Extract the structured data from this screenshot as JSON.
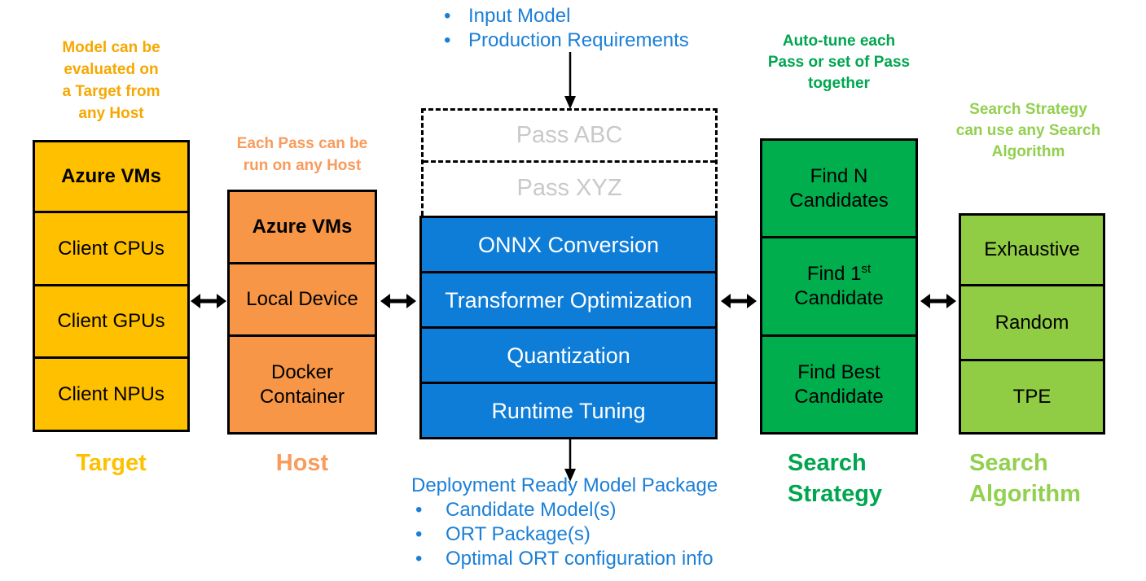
{
  "glyphs": {
    "bullet": "•"
  },
  "colors": {
    "gold_fill": "#FFC000",
    "gold_text": "#F6A800",
    "gold_label": "#FFC000",
    "orange_fill": "#F79646",
    "orange_text": "#F99B5C",
    "blue_fill": "#0E7DD8",
    "blue_text": "#1B7FD6",
    "green_fill": "#00AE4D",
    "green_text": "#00A64F",
    "lightgreen_fill": "#90CC44",
    "lightgreen_text": "#92D050",
    "pass_text": "#C9C9C9"
  },
  "top_input": {
    "items": [
      "Input Model",
      "Production Requirements"
    ]
  },
  "columns": {
    "target": {
      "caption_lines": [
        "Model can be",
        "evaluated on",
        "a Target from",
        "any Host"
      ],
      "boxes": [
        {
          "label": "Azure VMs"
        },
        {
          "label": "Client CPUs"
        },
        {
          "label": "Client GPUs"
        },
        {
          "label": "Client NPUs"
        }
      ],
      "label": "Target"
    },
    "host": {
      "caption_lines": [
        "Each Pass can be",
        "run on any Host"
      ],
      "boxes": [
        {
          "label": "Azure VMs"
        },
        {
          "label": "Local Device"
        },
        {
          "line1": "Docker",
          "line2": "Container"
        }
      ],
      "label": "Host"
    },
    "search_strategy": {
      "caption_lines": [
        "Auto-tune each",
        "Pass or set of Pass",
        "together"
      ],
      "boxes": [
        {
          "line1": "Find N",
          "line2": "Candidates"
        },
        {
          "line1_prefix": "Find 1",
          "sup": "st",
          "line2": "Candidate"
        },
        {
          "line1": "Find Best",
          "line2": "Candidate"
        }
      ],
      "label_lines": [
        "Search",
        "Strategy"
      ]
    },
    "search_algorithm": {
      "caption_lines": [
        "Search Strategy",
        "can use any Search",
        "Algorithm"
      ],
      "boxes": [
        {
          "label": "Exhaustive"
        },
        {
          "label": "Random"
        },
        {
          "label": "TPE"
        }
      ],
      "label_lines": [
        "Search",
        "Algorithm"
      ]
    }
  },
  "center": {
    "passes": [
      {
        "label": "Pass ABC"
      },
      {
        "label": "Pass XYZ"
      }
    ],
    "pipeline": [
      {
        "label": "ONNX Conversion"
      },
      {
        "label": "Transformer Optimization"
      },
      {
        "label": "Quantization"
      },
      {
        "label": "Runtime Tuning"
      }
    ],
    "output": {
      "heading": "Deployment Ready Model Package",
      "items": [
        "Candidate Model(s)",
        "ORT Package(s)",
        "Optimal ORT configuration info"
      ]
    }
  }
}
